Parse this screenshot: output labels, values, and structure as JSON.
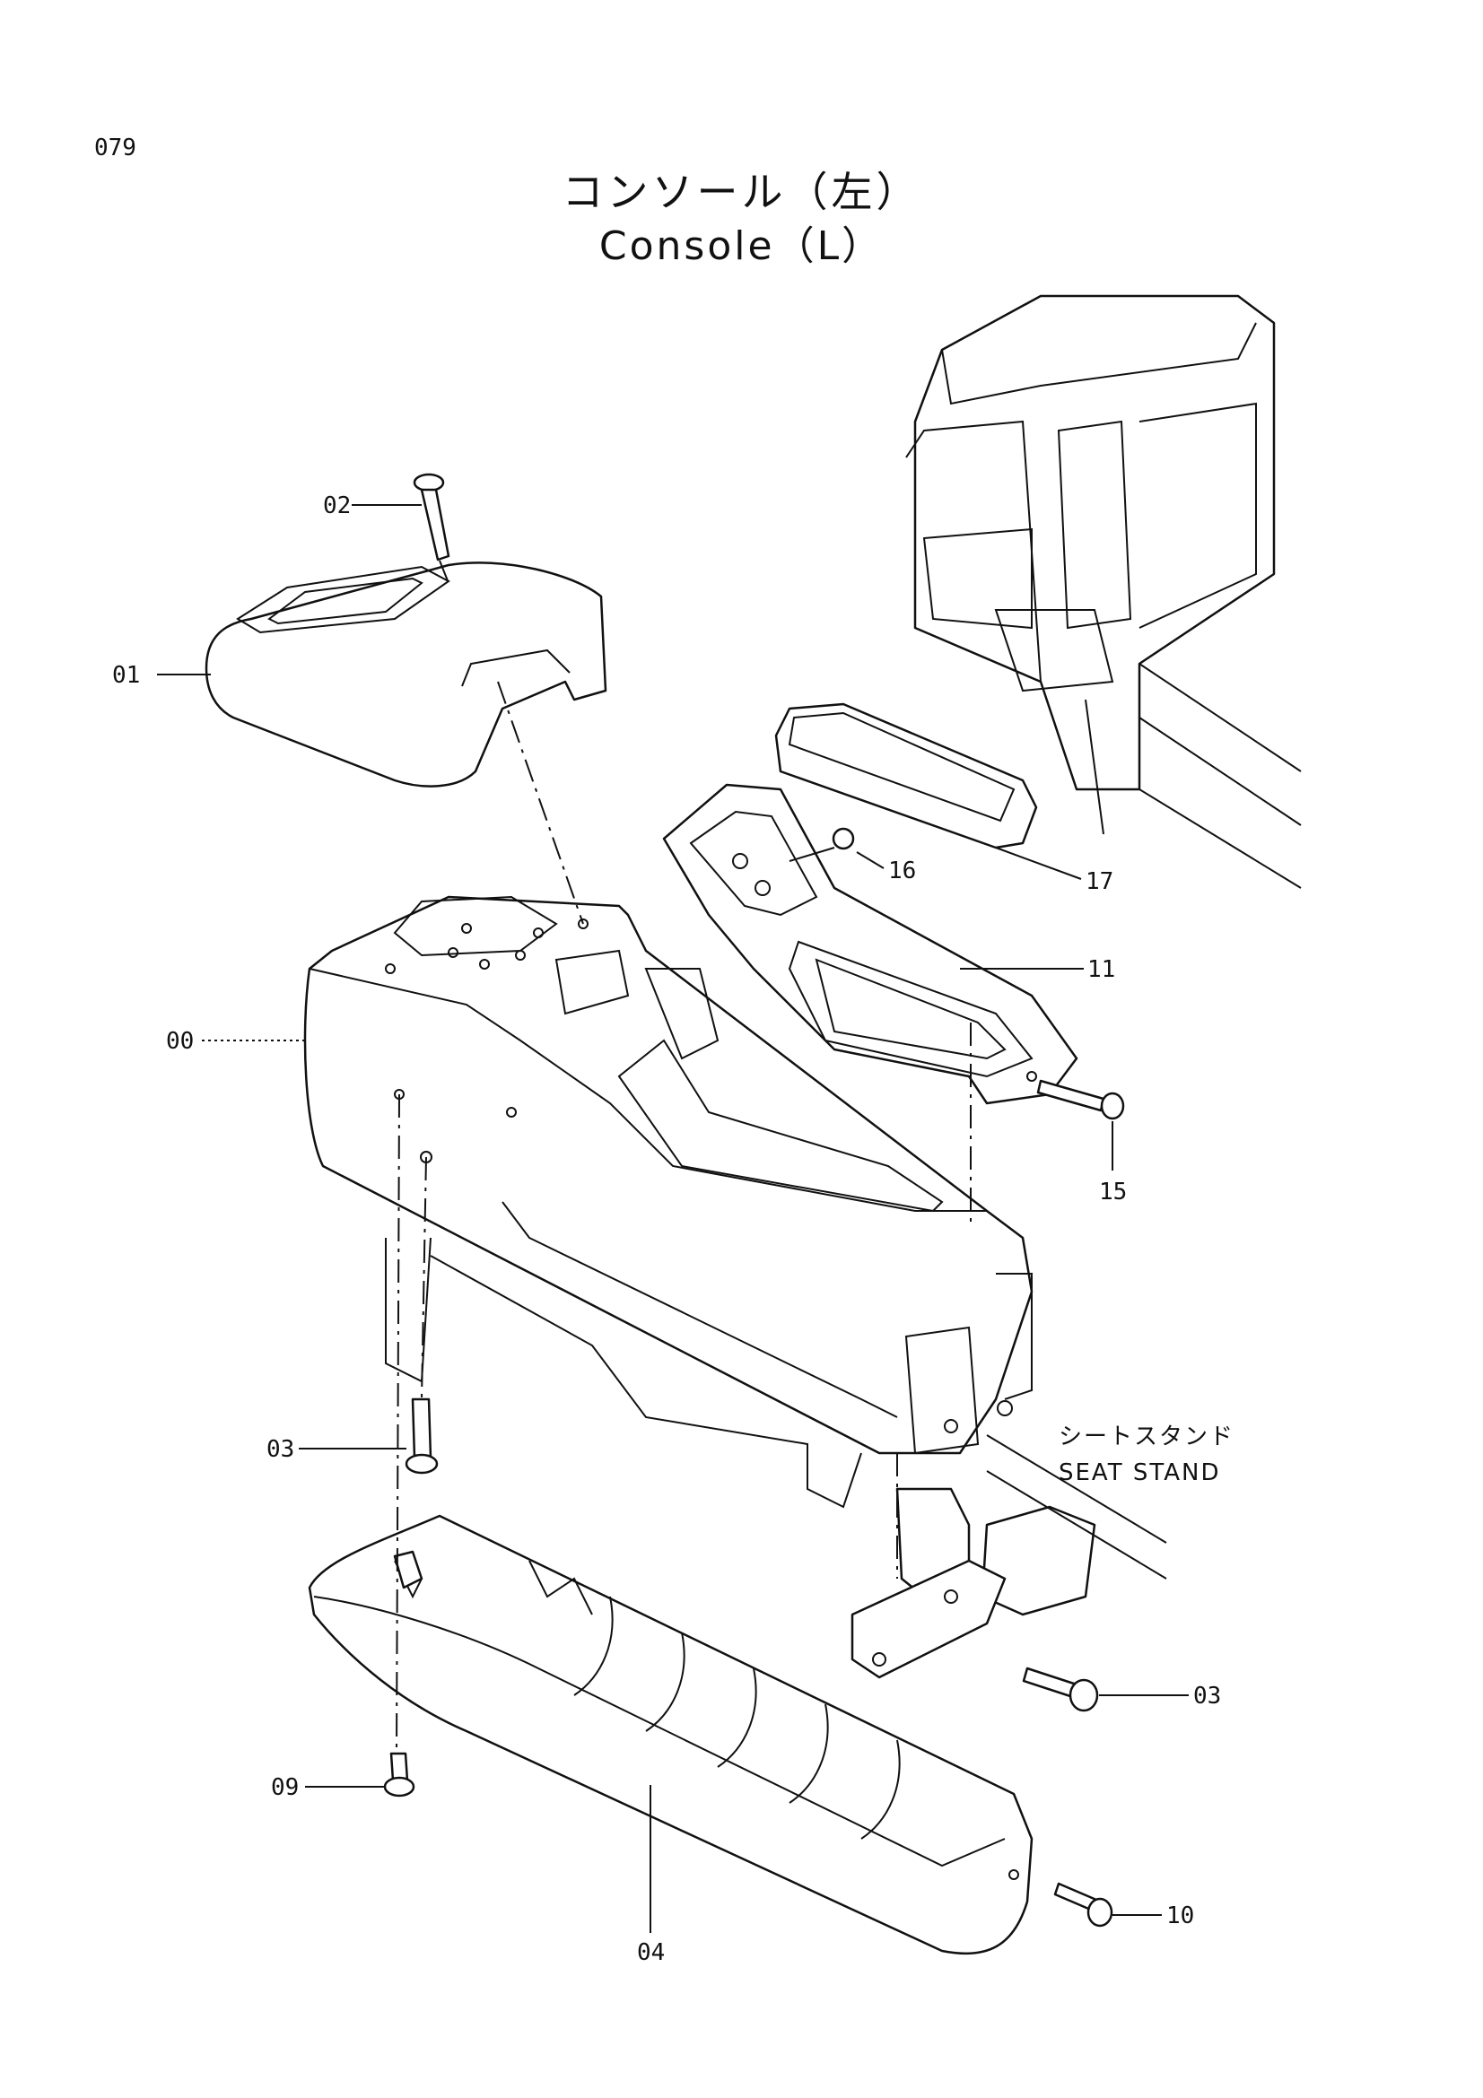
{
  "page": {
    "number": "079"
  },
  "title": {
    "japanese": "コンソール（左）",
    "english": "Console（L）"
  },
  "callouts": [
    "00",
    "01",
    "02",
    "03",
    "03",
    "04",
    "09",
    "10",
    "11",
    "15",
    "16",
    "17"
  ],
  "note": {
    "japanese": "シートスタンド",
    "english": "SEAT STAND"
  }
}
